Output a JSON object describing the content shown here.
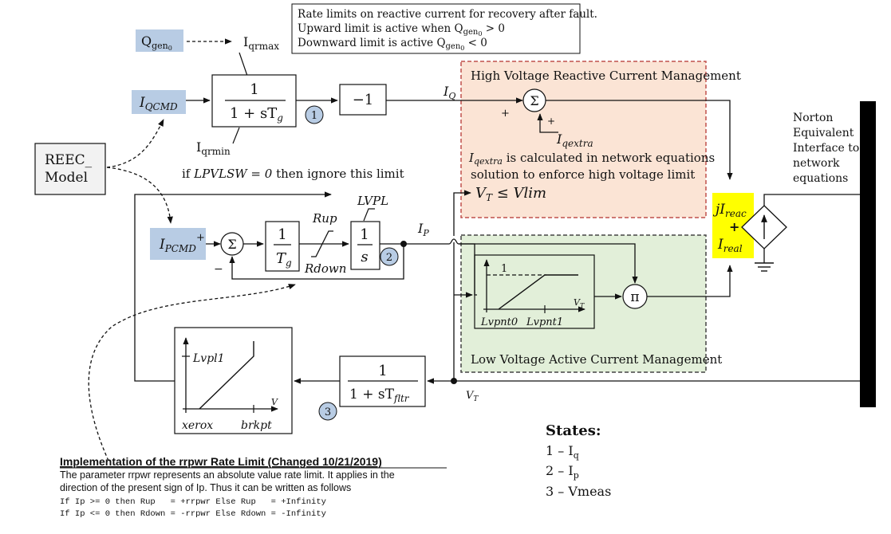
{
  "diagram": {
    "note_box": {
      "line1": "Rate limits on reactive current for recovery after fault.",
      "line2": "Upward limit is active when Q",
      "line2_sub": "gen",
      "line2_subsub": "0",
      "line2_tail": " > 0",
      "line3": "Downward limit is active Q",
      "line3_sub": "gen",
      "line3_subsub": "0",
      "line3_tail": " < 0"
    },
    "qgen": {
      "label": "Q",
      "sub": "gen",
      "subsub": "0"
    },
    "iqrmax": {
      "label": "I",
      "sub": "qrmax"
    },
    "iqrmin": {
      "label": "I",
      "sub": "qrmin"
    },
    "iqcmd": {
      "label": "I",
      "sub": "QCMD"
    },
    "ipcmd": {
      "label": "I",
      "sub": "PCMD"
    },
    "reec": {
      "line1": "REEC_",
      "line2": "Model"
    },
    "iq_filter": {
      "num": "1",
      "den": "1 + sT",
      "den_sub": "g"
    },
    "neg_one": {
      "label": "−1"
    },
    "iq_label": {
      "label": "I",
      "sub": "Q"
    },
    "ip_label": {
      "label": "I",
      "sub": "P"
    },
    "lpvlsw_note": {
      "prefix": "if ",
      "var": "LPVLSW = 0",
      "suffix": " then ignore this limit"
    },
    "hv_box": {
      "title": "High Voltage Reactive Current Management"
    },
    "iqextra_label": {
      "label": "I",
      "sub": "qextra"
    },
    "iqextra_note": {
      "var": "I",
      "var_sub": "qextra",
      "line1_tail": " is calculated in network equations",
      "line2": "solution to enforce high voltage limit"
    },
    "vlim": {
      "v": "V",
      "v_sub": "T",
      "rest": " ≤ Vlim"
    },
    "lv_box": {
      "title": "Low Voltage Active Current Management"
    },
    "lvpl": {
      "label": "LVPL"
    },
    "rup": {
      "label": "Rup"
    },
    "rdown": {
      "label": "Rdown"
    },
    "tg_block": {
      "num": "1",
      "den": "T",
      "den_sub": "g"
    },
    "int_block": {
      "num": "1",
      "den": "s"
    },
    "lvpnt_graph": {
      "one": "1",
      "lvpnt0": "Lvpnt0",
      "lvpnt1": "Lvpnt1",
      "vt": "V",
      "vt_sub": "T"
    },
    "pi_label": "π",
    "sigma": "Σ",
    "sum_signs": {
      "plus": "+",
      "minus": "−"
    },
    "norton_current": {
      "line1": "jI",
      "line1_sub": "reac",
      "plus": "+",
      "line2": "I",
      "line2_sub": "real"
    },
    "norton_note": {
      "line1": "Norton",
      "line2": "Equivalent",
      "line3": "Interface to",
      "line4": "network",
      "line5": "equations"
    },
    "lvpl_graph": {
      "lvpl1": "Lvpl1",
      "xerox": "xerox",
      "brkpt": "brkpt",
      "v": "V"
    },
    "vmeas_filter": {
      "num": "1",
      "den": "1 + sT",
      "den_sub": "fltr"
    },
    "vt_label": {
      "label": "V",
      "sub": "T"
    },
    "badges": [
      "1",
      "2",
      "3"
    ],
    "states": {
      "title": "States:",
      "items": [
        {
          "num": "1 – ",
          "sym": "I",
          "sub": "q"
        },
        {
          "num": "2 – ",
          "sym": "I",
          "sub": "p"
        },
        {
          "num": "3 – ",
          "sym": "Vmeas",
          "sub": ""
        }
      ]
    },
    "impl": {
      "title": "Implementation of the rrpwr Rate Limit (Changed 10/21/2019)",
      "line1": "The parameter rrpwr represents an absolute value rate limit.  It applies in the",
      "line2": "direction of the present sign of Ip.  Thus it can be written as follows",
      "code1": "If Ip >= 0 then Rup   = +rrpwr Else Rup   = +Infinity",
      "code2": "If Ip <= 0 then Rdown = -rrpwr Else Rdown = -Infinity"
    },
    "colors": {
      "input_fill": "#b8cce4",
      "hv_fill": "#fbe4d5",
      "lv_fill": "#e2efd9",
      "norton_fill": "#ffff00",
      "badge_fill": "#b8cce4"
    }
  }
}
